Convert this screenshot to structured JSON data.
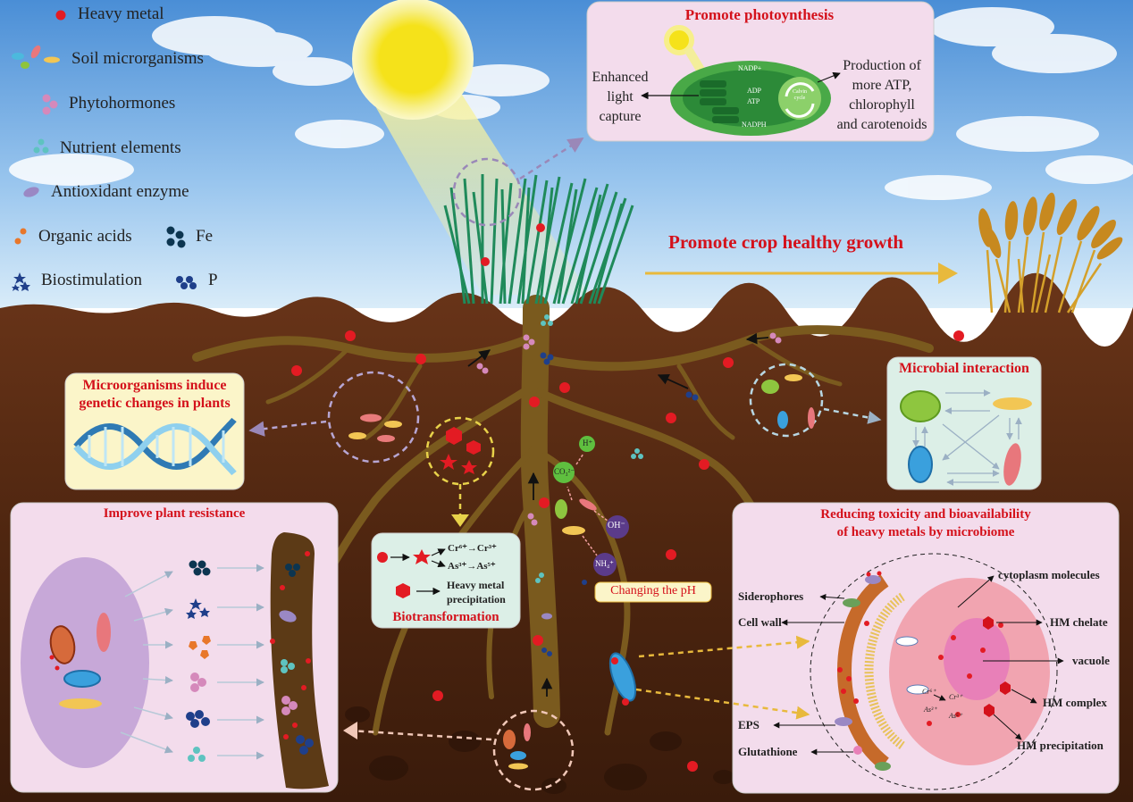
{
  "legend": {
    "heavy_metal": "Heavy metal",
    "soil_microorganisms": "Soil microrganisms",
    "phytohormones": "Phytohormones",
    "nutrient_elements": "Nutrient elements",
    "antioxidant_enzyme": "Antioxidant enzyme",
    "organic_acids": "Organic acids",
    "fe": "Fe",
    "biostimulation": "Biostimulation",
    "p": "P"
  },
  "photosynthesis": {
    "title": "Promote photoynthesis",
    "left_text_1": "Enhanced",
    "left_text_2": "light",
    "left_text_3": "capture",
    "right_text_1": "Production of",
    "right_text_2": "more ATP,",
    "right_text_3": "chlorophyll",
    "right_text_4": "and carotenoids",
    "nadp": "NADP+",
    "adp": "ADP",
    "atp": "ATP",
    "nadph": "NADPH",
    "calvin": "Calvin cycle"
  },
  "growth": {
    "label": "Promote crop healthy growth"
  },
  "genetic": {
    "title_1": "Microorganisms induce",
    "title_2": "genetic changes in plants"
  },
  "interaction": {
    "title": "Microbial interaction"
  },
  "resistance": {
    "title": "Improve plant resistance"
  },
  "biotransformation": {
    "title": "Biotransformation",
    "cr": "Cr⁶⁺→Cr³⁺",
    "as": "As³⁺→As⁵⁺",
    "precip_1": "Heavy metal",
    "precip_2": "precipitation"
  },
  "ph": {
    "label": "Changing the pH",
    "co3": "CO₃²⁻",
    "h": "H⁺",
    "oh": "OH⁻",
    "nh4": "NH₄⁺"
  },
  "toxicity": {
    "title_1": "Reducing toxicity and bioavailability",
    "title_2": "of heavy metals by microbiome",
    "siderophores": "Siderophores",
    "cell_wall": "Cell wall",
    "eps": "EPS",
    "glutathione": "Glutathione",
    "cytoplasm": "cytoplasm molecules",
    "hm_chelate": "HM chelate",
    "vacuole": "vacuole",
    "hm_complex": "HM complex",
    "hm_precipitation": "HM precipitation",
    "cr6": "Cr⁶⁺",
    "cr3": "Cr³⁺",
    "as3": "As³⁺",
    "as5": "As⁵⁺"
  },
  "colors": {
    "heavy_metal": "#e31b23",
    "title_red": "#d4111b",
    "soil": "#5a2c14",
    "root": "#7a5a1e",
    "panel_pink": "#f3dcec",
    "panel_yellow": "#fbf5c9",
    "panel_mint": "#dcefe7",
    "arrow_yellow": "#e8b93c",
    "fe": "#0c3550",
    "p": "#1f3f8a",
    "nutrient": "#5ec3c0",
    "phytohormone": "#d589bb",
    "organic_acid": "#e8772a"
  }
}
